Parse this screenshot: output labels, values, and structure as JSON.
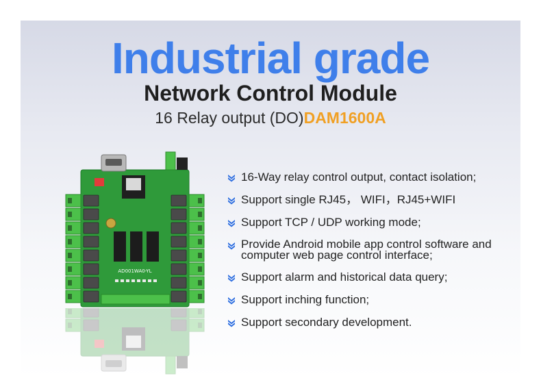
{
  "header": {
    "title": "Industrial grade",
    "subtitle": "Network Control Module",
    "line_prefix": "16 Relay output (DO)",
    "model": "DAM1600A"
  },
  "board": {
    "silkscreen": "AD001WA0-YL",
    "image_name": "relay-board-image"
  },
  "features": [
    "16-Way relay control output, contact isolation;",
    "Support single RJ45， WIFI，RJ45+WIFI",
    "Support TCP / UDP working mode;",
    "Provide Android mobile app control software and computer web page control interface;",
    "Support alarm and historical data query;",
    "Support inching function;",
    "Support secondary development."
  ],
  "colors": {
    "title_blue": "#3f7fea",
    "model_orange": "#f0a024",
    "bullet_blue": "#2f6fe0",
    "pcb_green": "#2f9a3a",
    "terminal_green": "#4cc04a",
    "relay_gray": "#4a4a4a"
  }
}
